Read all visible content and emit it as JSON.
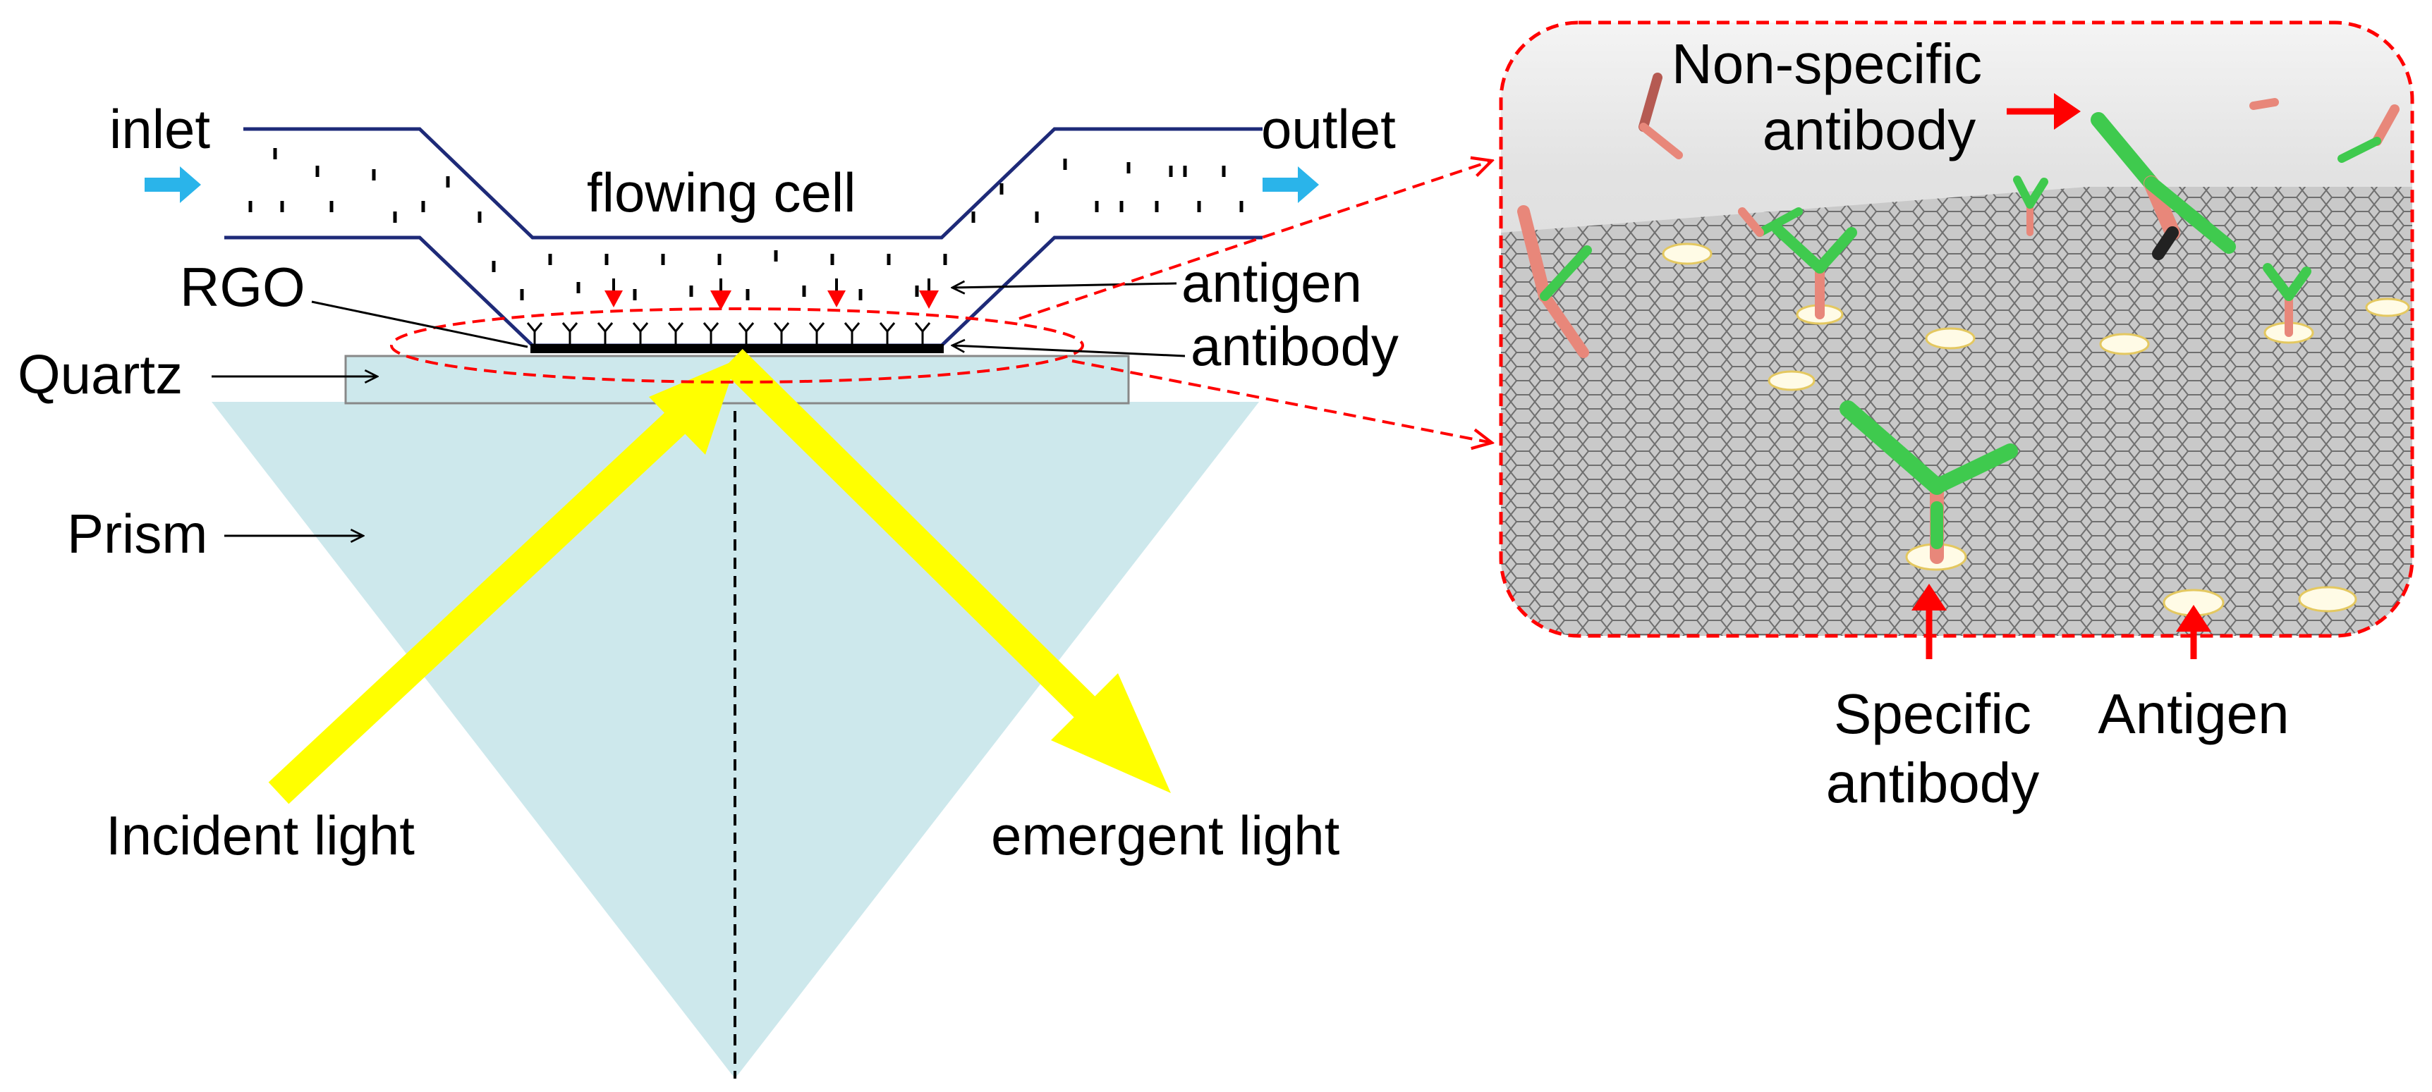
{
  "labels": {
    "inlet": "inlet",
    "outlet": "outlet",
    "flowing_cell": "flowing cell",
    "rgo": "RGO",
    "quartz": "Quartz",
    "prism": "Prism",
    "antigen": "antigen",
    "antibody": "antibody",
    "incident_light": "Incident light",
    "emergent_light": "emergent light"
  },
  "inset": {
    "non_specific_line1": "Non-specific",
    "non_specific_line2": "antibody",
    "specific_line1": "Specific",
    "specific_line2": "antibody",
    "antigen": "Antigen"
  },
  "colors": {
    "prism": "#cde8ec",
    "light_beam": "#ffff00",
    "flow_arrow": "#2ab4ea",
    "highlight": "#ff0000",
    "channel": "#1e2a78",
    "antibody_specific": "#3fca4e",
    "antibody_nonspecific": "#e8877a"
  }
}
